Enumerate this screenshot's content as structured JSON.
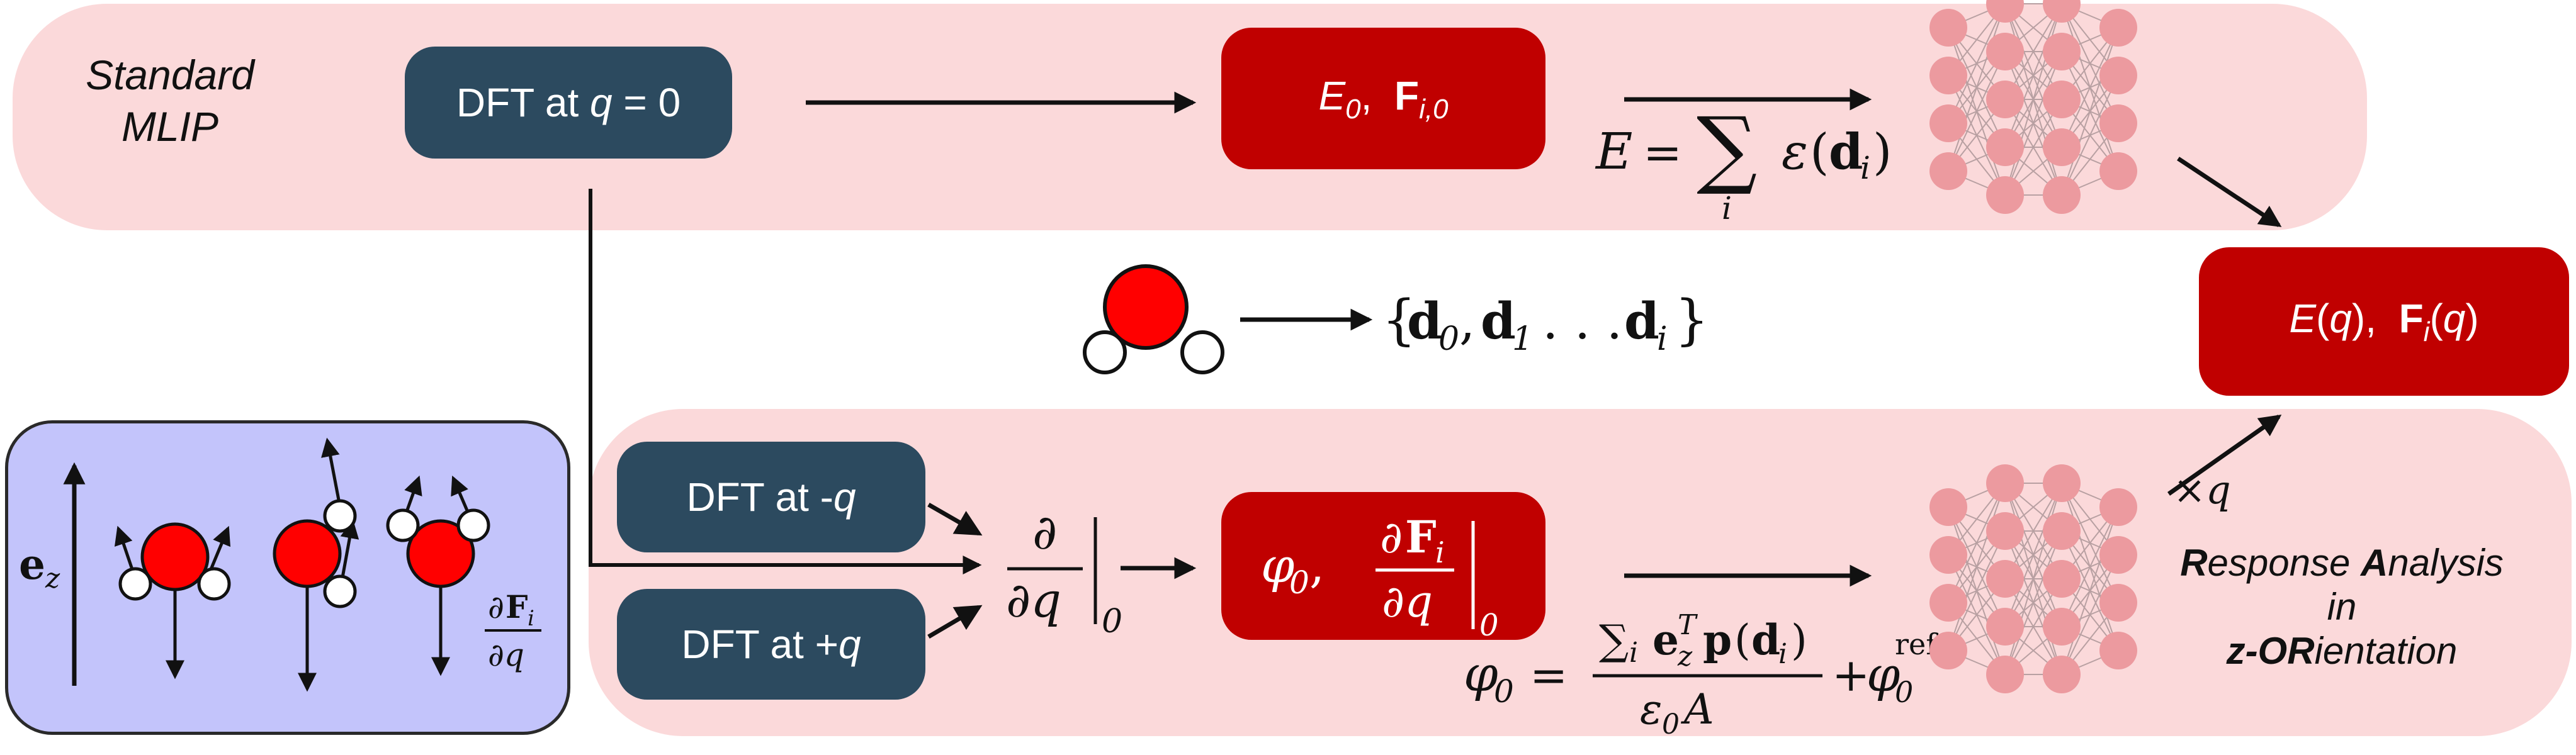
{
  "top_panel": {
    "title_line1": "Standard",
    "title_line2": "MLIP",
    "dft_box": "DFT at q = 0",
    "output_box": "E0, Fi,0",
    "energy_formula": "E = Σi ε(di)"
  },
  "middle": {
    "descriptor_set": "{d0, d1 ... di}",
    "result_box": "E(q), Fi(q)",
    "scale_label": "×q"
  },
  "bottom_panel": {
    "dft_minus": "DFT at -q",
    "dft_plus": "DFT at +q",
    "derivative": "∂/∂q |0",
    "output_box": "φ0, ∂Fi/∂q |0",
    "phi_formula": "φ0 = Σi ezT p(di) / ε0A + φ0ref",
    "rao_line1": "Response Analysis",
    "rao_line2": "in",
    "rao_line3": "z-ORientation"
  },
  "legend": {
    "axis_label": "ez",
    "force_derivative": "∂Fi/∂q"
  },
  "colors": {
    "panel_pink": "#fbd9da",
    "legend_blue": "#c3c4fb",
    "box_dark": "#2c4a5f",
    "box_red": "#c00000",
    "nn_node": "#ec9a9f",
    "oxygen": "#ff0000"
  }
}
